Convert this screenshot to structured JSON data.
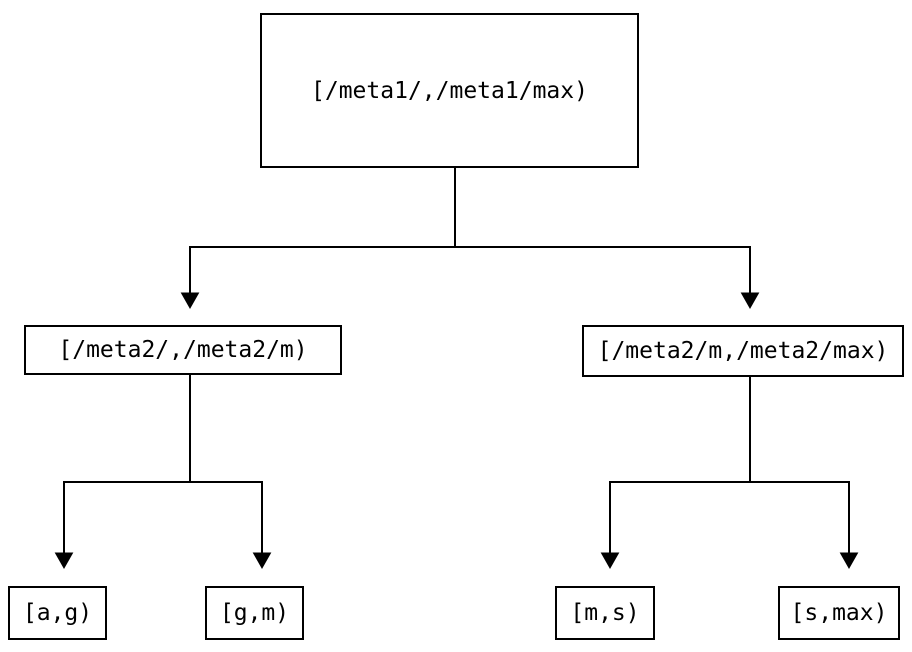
{
  "diagram": {
    "background_color": "#ffffff",
    "line_color": "#000000",
    "nodes": [
      {
        "id": "root",
        "level": 0,
        "label": "[/meta1/,/meta1/max)"
      },
      {
        "id": "meta2-low",
        "level": 1,
        "label": "[/meta2/,/meta2/m)"
      },
      {
        "id": "meta2-high",
        "level": 1,
        "label": "[/meta2/m,/meta2/max)"
      },
      {
        "id": "leaf-a-g",
        "level": 2,
        "label": "[a,g)"
      },
      {
        "id": "leaf-g-m",
        "level": 2,
        "label": "[g,m)"
      },
      {
        "id": "leaf-m-s",
        "level": 2,
        "label": "[m,s)"
      },
      {
        "id": "leaf-s-max",
        "level": 2,
        "label": "[s,max)"
      }
    ],
    "edges": [
      {
        "from": "root",
        "to": "meta2-low"
      },
      {
        "from": "root",
        "to": "meta2-high"
      },
      {
        "from": "meta2-low",
        "to": "leaf-a-g"
      },
      {
        "from": "meta2-low",
        "to": "leaf-g-m"
      },
      {
        "from": "meta2-high",
        "to": "leaf-m-s"
      },
      {
        "from": "meta2-high",
        "to": "leaf-s-max"
      }
    ]
  }
}
